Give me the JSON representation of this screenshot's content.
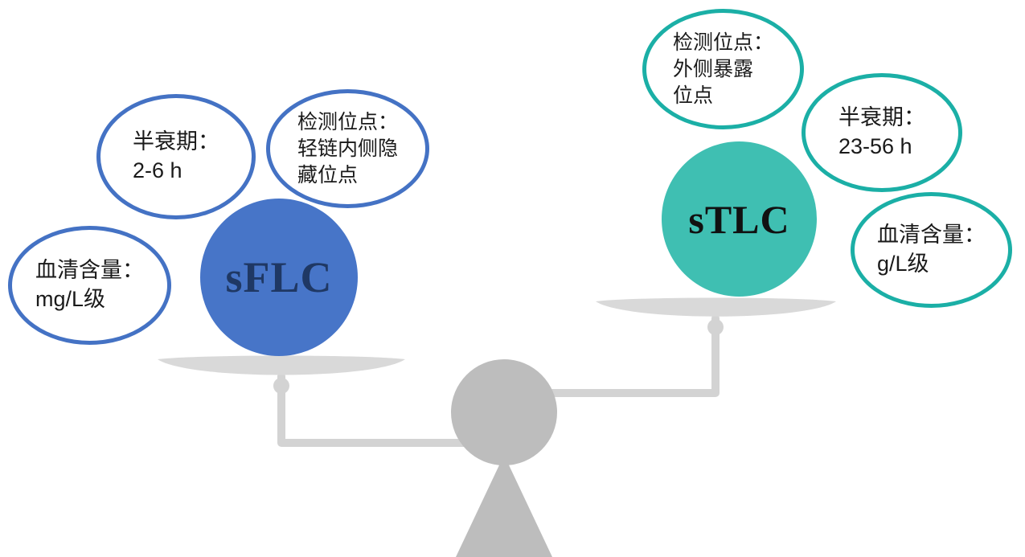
{
  "title": "sFLC vs sTLC balance comparison diagram",
  "left": {
    "accent": "#4472C4",
    "circle_fill": "#4775C8",
    "circle_text_color": "#1F3864",
    "circle_label": "sFLC",
    "bubbles": {
      "half_life": "半衰期：\n2-6 h",
      "detection_site": "检测位点：\n轻链内侧隐\n藏位点",
      "serum_level": "血清含量：\nmg/L级"
    }
  },
  "right": {
    "accent": "#1BAFA6",
    "circle_fill": "#3FBFB2",
    "circle_text_color": "#111111",
    "circle_label": "sTLC",
    "bubbles": {
      "detection_site": "检测位点：\n外侧暴露\n位点",
      "half_life": "半衰期：\n23-56 h",
      "serum_level": "血清含量：\ng/L级"
    }
  },
  "scale": {
    "pan_color": "#D9D9D9",
    "beam_color": "#D3D3D3",
    "figure_color": "#BDBDBD"
  }
}
